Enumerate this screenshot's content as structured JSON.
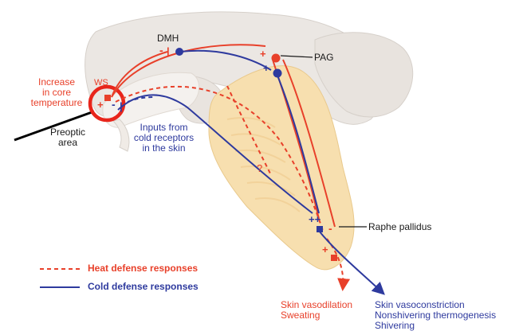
{
  "colors": {
    "heat": "#e8402a",
    "cold": "#2e3a9e",
    "brain": "#ebe7e3",
    "brain_edge": "#d6d0ca",
    "stem": "#f7dfaf",
    "stem_edge": "#e9c98c",
    "highlight_ring": "#e8251b"
  },
  "labels": {
    "dmh": "DMH",
    "pag": "PAG",
    "ws": "WS",
    "increase": [
      "Increase",
      "in core",
      "temperature"
    ],
    "preoptic": [
      "Preoptic",
      "area"
    ],
    "inputs": [
      "Inputs from",
      "cold receptors",
      "in the skin"
    ],
    "raphe": "Raphe pallidus",
    "question": "?",
    "heat_outputs": [
      "Skin vasodilation",
      "Sweating"
    ],
    "cold_outputs": [
      "Skin vasoconstriction",
      "Nonshivering thermogenesis",
      "Shivering"
    ]
  },
  "legend": [
    {
      "label": "Heat defense responses",
      "style": "dashed",
      "series": "heat"
    },
    {
      "label": "Cold defense responses",
      "style": "solid",
      "series": "cold"
    }
  ]
}
